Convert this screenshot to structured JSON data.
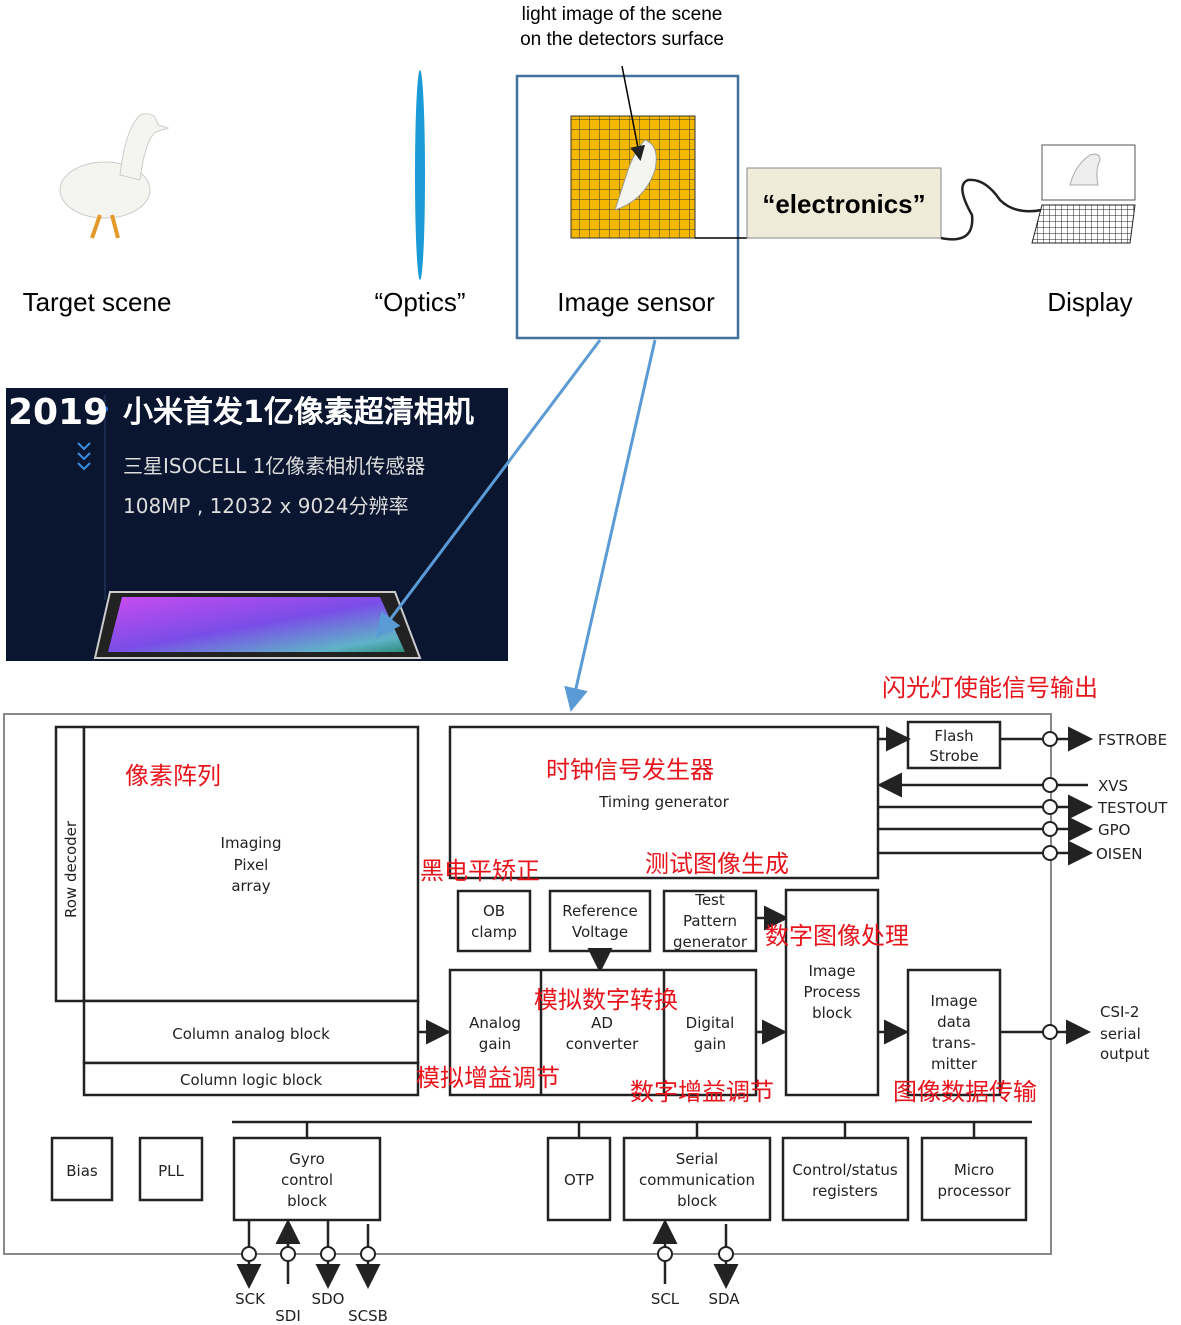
{
  "top": {
    "caption_line1": "light image of the scene",
    "caption_line2": "on the detectors surface",
    "target_scene": "Target scene",
    "optics": "“Optics”",
    "image_sensor": "Image sensor",
    "electronics": "“electronics”",
    "display": "Display"
  },
  "photo": {
    "year": "2019",
    "title": "小米首发1亿像素超清相机",
    "line1": "三星ISOCELL 1亿像素相机传感器",
    "line2": "108MP , 12032 x 9024分辨率"
  },
  "blocks": {
    "row_decoder": "Row decoder",
    "pixel_array": [
      "Imaging",
      "Pixel",
      "array"
    ],
    "column_analog": "Column analog block",
    "column_logic": "Column logic block",
    "timing": "Timing generator",
    "flash": [
      "Flash",
      "Strobe"
    ],
    "ob": [
      "OB",
      "clamp"
    ],
    "ref": [
      "Reference",
      "Voltage"
    ],
    "test": [
      "Test",
      "Pattern",
      "generator"
    ],
    "analog_gain": [
      "Analog",
      "gain"
    ],
    "adc": [
      "AD",
      "converter"
    ],
    "digital_gain": [
      "Digital",
      "gain"
    ],
    "image_process": [
      "Image",
      "Process",
      "block"
    ],
    "transmitter": [
      "Image",
      "data",
      "trans-",
      "mitter"
    ],
    "bias": "Bias",
    "pll": "PLL",
    "gyro": [
      "Gyro",
      "control",
      "block"
    ],
    "otp": "OTP",
    "serial": [
      "Serial",
      "communication",
      "block"
    ],
    "control": [
      "Control/status",
      "registers"
    ],
    "micro": [
      "Micro",
      "processor"
    ]
  },
  "pins": {
    "right": [
      "FSTROBE",
      "XVS",
      "TESTOUT",
      "GPO",
      "OISEN"
    ],
    "csi": [
      "CSI-2",
      "serial",
      "output"
    ],
    "bottom": [
      "SCK",
      "SDI",
      "SDO",
      "SCSB",
      "SCL",
      "SDA"
    ]
  },
  "annotations": {
    "flash_out": "闪光灯使能信号输出",
    "pixel_array": "像素阵列",
    "timing": "时钟信号发生器",
    "black_level": "黑电平矫正",
    "test_pattern": "测试图像生成",
    "isp": "数字图像处理",
    "adc": "模拟数字转换",
    "analog_gain": "模拟增益调节",
    "digital_gain": "数字增益调节",
    "transmit": "图像数据传输"
  },
  "colors": {
    "sensor_frame": "#41719c",
    "grid": "#f5b800",
    "annotation": "#e8141c",
    "arrow": "#5b9bd5"
  }
}
